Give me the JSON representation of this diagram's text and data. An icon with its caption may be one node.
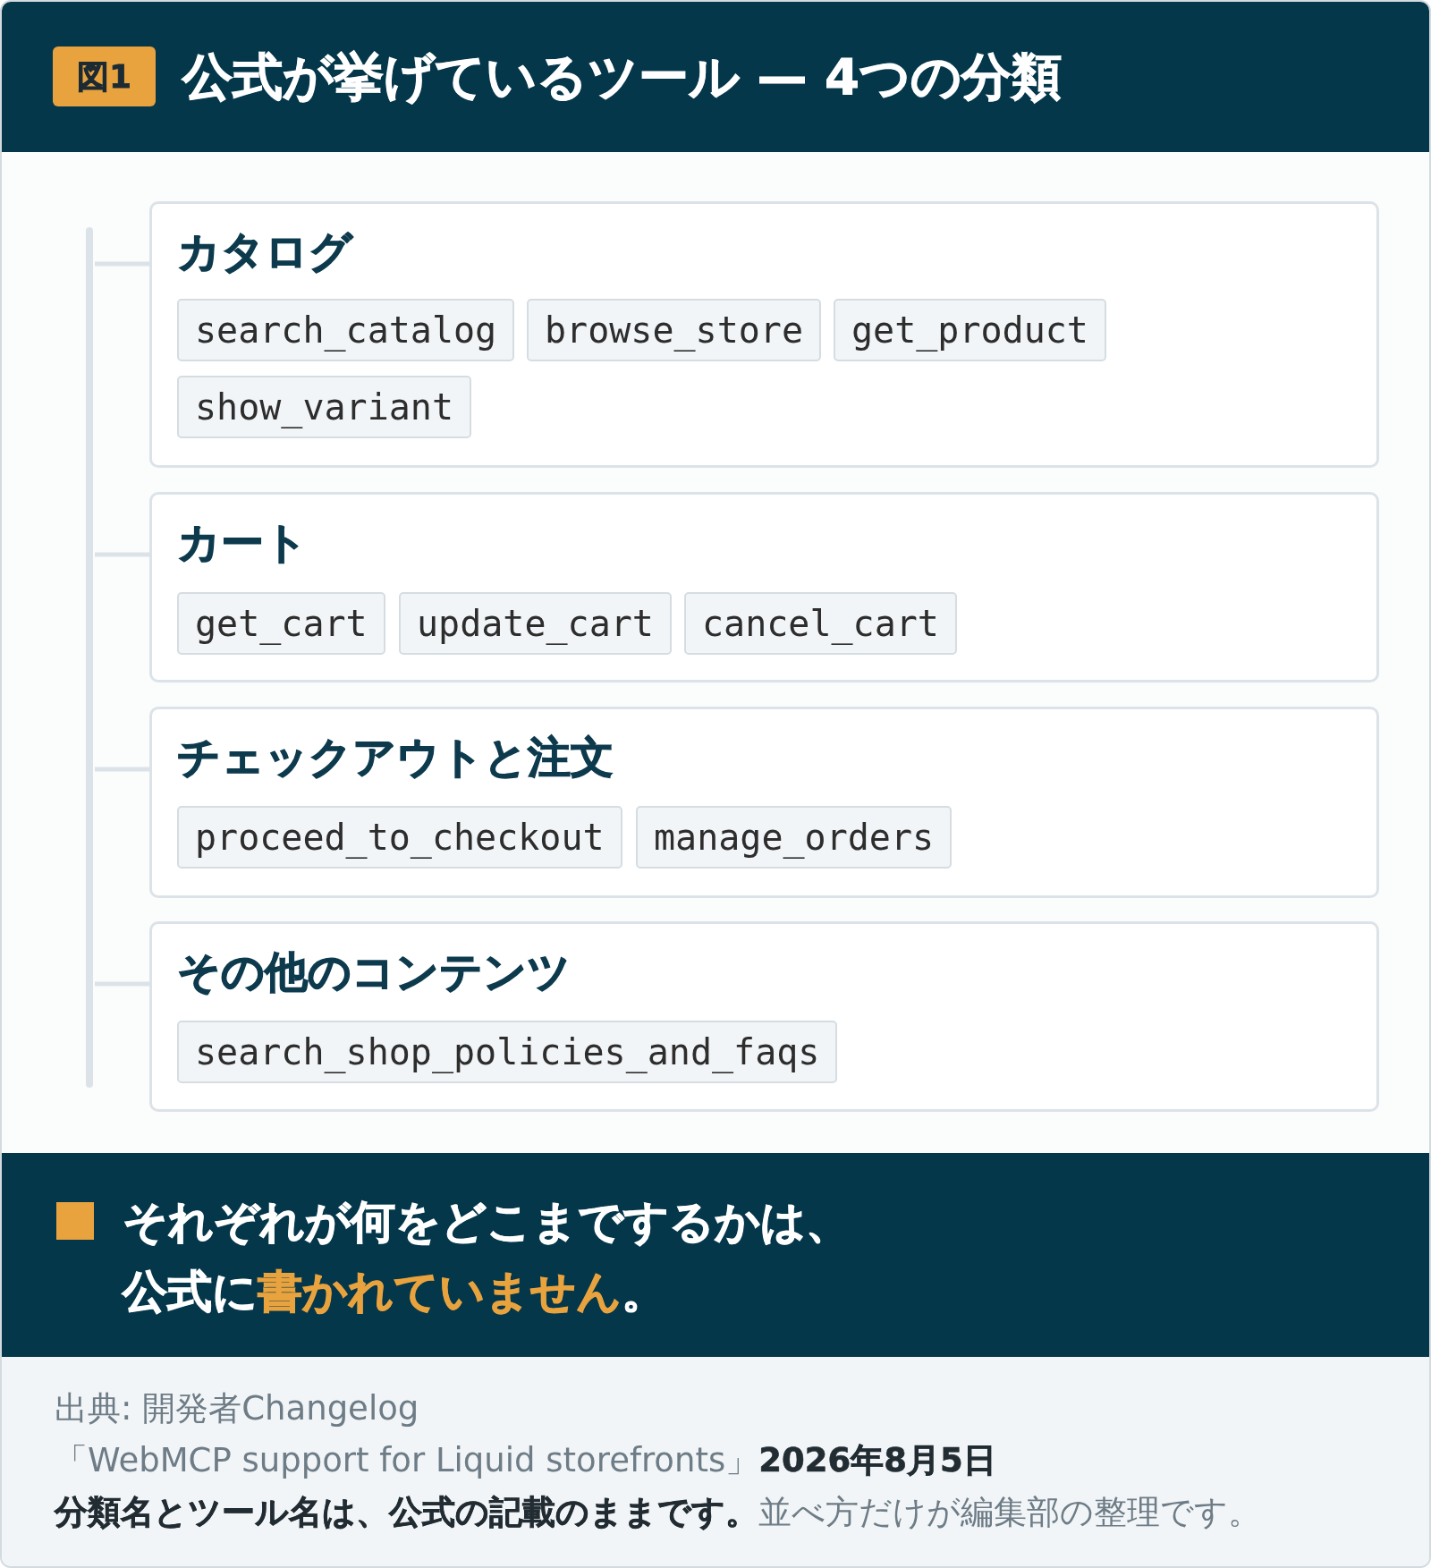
{
  "diagram": {
    "title": "公式が挙げているツール — 4つの分類",
    "nodes": [
      {
        "text": [
          "カタログ"
        ]
      },
      {
        "text": [
          "search_catalog"
        ],
        "in": 0
      },
      {
        "text": [
          "browse_store"
        ],
        "in": 0
      },
      {
        "text": [
          "get_product"
        ],
        "in": 0
      },
      {
        "text": [
          "show_variant"
        ],
        "in": 0
      },
      {
        "text": [
          "カート"
        ]
      },
      {
        "text": [
          "get_cart"
        ],
        "in": 5
      },
      {
        "text": [
          "update_cart"
        ],
        "in": 5
      },
      {
        "text": [
          "cancel_cart"
        ],
        "in": 5
      },
      {
        "text": [
          "チェックアウトと注文"
        ]
      },
      {
        "text": [
          "proceed_to_checkout"
        ],
        "in": 9
      },
      {
        "text": [
          "manage_orders"
        ],
        "in": 9
      },
      {
        "text": [
          "その他のコンテンツ"
        ]
      },
      {
        "text": [
          "search_shop_policies_and_faqs"
        ],
        "in": 12
      },
      {
        "text": [],
        "shape": "bar"
      }
    ],
    "edges": [
      {
        "from": 14,
        "to": 0,
        "arrow": "none"
      },
      {
        "from": 14,
        "to": 5,
        "arrow": "none"
      },
      {
        "from": 14,
        "to": 9,
        "arrow": "none"
      },
      {
        "from": 14,
        "to": 12,
        "arrow": "none"
      }
    ],
    "labels": [
      "図1",
      "それぞれが何をどこまでするかは、公式に**書かれていません**。",
      "出典: 開発者Changelog",
      "「WebMCP support for Liquid storefronts」**2026年8月5日**",
      "**分類名とツール名は、公式の記載のままです。**並べ方だけが編集部の整理です。"
    ]
  }
}
